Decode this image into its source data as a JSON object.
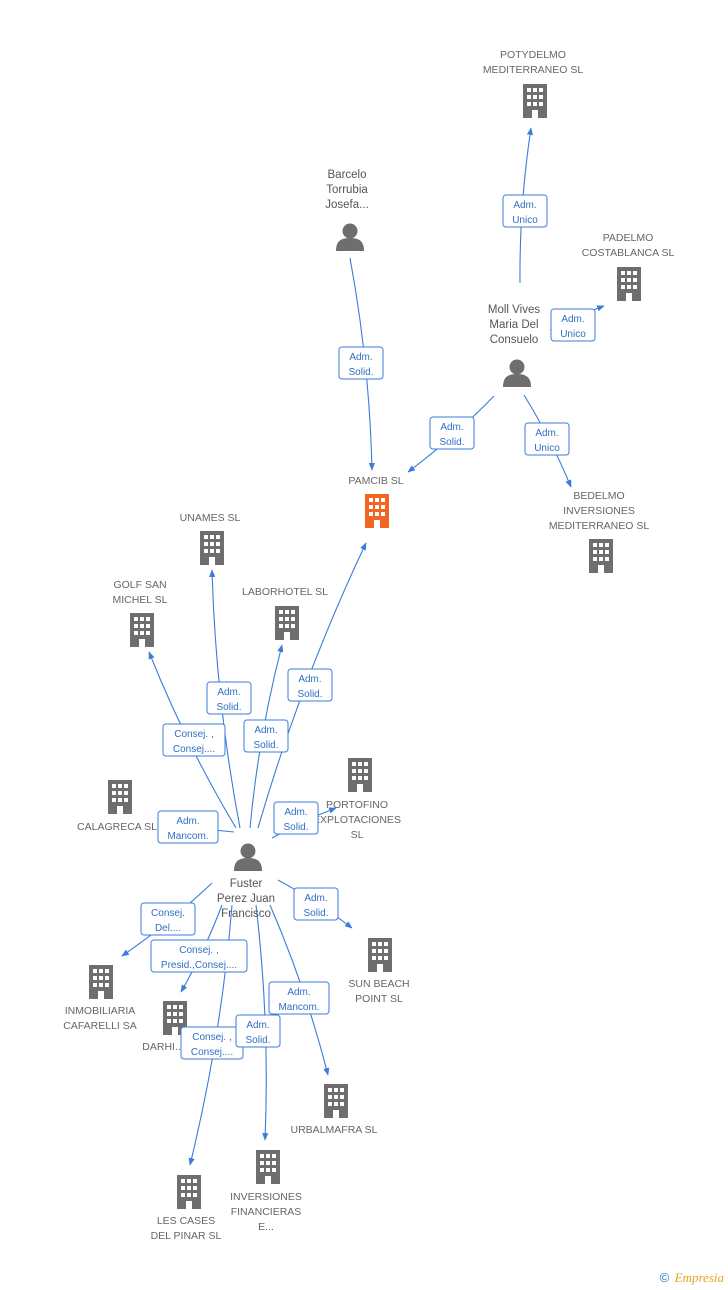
{
  "colors": {
    "edge": "#3b7dd8",
    "company": "#6e6e6e",
    "focus": "#f26522",
    "person": "#6e6e6e"
  },
  "nodes": [
    {
      "id": "potydelmo",
      "type": "company",
      "label": [
        "POTYDELMO",
        "MEDITERRANEO SL"
      ]
    },
    {
      "id": "barcelo",
      "type": "person",
      "label": [
        "Barcelo",
        "Torrubia",
        "Josefa..."
      ]
    },
    {
      "id": "padelmo",
      "type": "company",
      "label": [
        "PADELMO",
        "COSTABLANCA SL"
      ]
    },
    {
      "id": "moll",
      "type": "person",
      "label": [
        "Moll Vives",
        "Maria Del",
        "Consuelo"
      ]
    },
    {
      "id": "pamcib",
      "type": "company",
      "focus": true,
      "label": [
        "PAMCIB SL"
      ]
    },
    {
      "id": "bedelmo",
      "type": "company",
      "label": [
        "BEDELMO",
        "INVERSIONES",
        "MEDITERRANEO SL"
      ]
    },
    {
      "id": "unames",
      "type": "company",
      "label": [
        "UNAMES SL"
      ]
    },
    {
      "id": "golf",
      "type": "company",
      "label": [
        "GOLF SAN",
        "MICHEL SL"
      ]
    },
    {
      "id": "laborhotel",
      "type": "company",
      "label": [
        "LABORHOTEL SL"
      ]
    },
    {
      "id": "portofino",
      "type": "company",
      "label": [
        "PORTOFINO",
        "EXPLOTACIONES",
        "SL"
      ]
    },
    {
      "id": "calagreca",
      "type": "company",
      "label": [
        "CALAGRECA SL"
      ]
    },
    {
      "id": "fuster",
      "type": "person",
      "label": [
        "Fuster",
        "Perez Juan",
        "Francisco"
      ]
    },
    {
      "id": "sunbeach",
      "type": "company",
      "label": [
        "SUN BEACH",
        "POINT SL"
      ]
    },
    {
      "id": "inmobiliaria",
      "type": "company",
      "label": [
        "INMOBILIARIA",
        "CAFARELLI SA"
      ]
    },
    {
      "id": "darhi",
      "type": "company",
      "label": [
        "DARHI..."
      ]
    },
    {
      "id": "urbalmafra",
      "type": "company",
      "label": [
        "URBALMAFRA SL"
      ]
    },
    {
      "id": "lescases",
      "type": "company",
      "label": [
        "LES CASES",
        "DEL PINAR SL"
      ]
    },
    {
      "id": "inversiones",
      "type": "company",
      "label": [
        "INVERSIONES",
        "FINANCIERAS",
        "E..."
      ]
    }
  ],
  "edges": [
    {
      "from": "moll",
      "to": "potydelmo",
      "role": [
        "Adm.",
        "Unico"
      ]
    },
    {
      "from": "moll",
      "to": "padelmo",
      "role": [
        "Adm.",
        "Unico"
      ]
    },
    {
      "from": "barcelo",
      "to": "pamcib",
      "role": [
        "Adm.",
        "Solid."
      ]
    },
    {
      "from": "moll",
      "to": "pamcib",
      "role": [
        "Adm.",
        "Solid."
      ]
    },
    {
      "from": "moll",
      "to": "bedelmo",
      "role": [
        "Adm.",
        "Unico"
      ]
    },
    {
      "from": "fuster",
      "to": "pamcib",
      "role": [
        "Adm.",
        "Solid."
      ]
    },
    {
      "from": "fuster",
      "to": "unames",
      "role": [
        "Adm.",
        "Solid."
      ]
    },
    {
      "from": "fuster",
      "to": "laborhotel",
      "role": [
        "Adm.",
        "Solid."
      ]
    },
    {
      "from": "fuster",
      "to": "golf",
      "role": [
        "Consej. ,",
        "Consej...."
      ]
    },
    {
      "from": "fuster",
      "to": "portofino",
      "role": [
        "Adm.",
        "Solid."
      ]
    },
    {
      "from": "fuster",
      "to": "calagreca",
      "role": [
        "Adm.",
        "Mancom."
      ]
    },
    {
      "from": "fuster",
      "to": "sunbeach",
      "role": [
        "Adm.",
        "Solid."
      ]
    },
    {
      "from": "fuster",
      "to": "inmobiliaria",
      "role": [
        "Consej.",
        "Del...."
      ]
    },
    {
      "from": "fuster",
      "to": "darhi",
      "role": [
        "Consej. ,",
        "Presid.,Consej...."
      ]
    },
    {
      "from": "fuster",
      "to": "urbalmafra",
      "role": [
        "Adm.",
        "Mancom."
      ]
    },
    {
      "from": "fuster",
      "to": "lescases",
      "role": [
        "Consej. ,",
        "Consej...."
      ]
    },
    {
      "from": "fuster",
      "to": "inversiones",
      "role": [
        "Adm.",
        "Solid."
      ]
    }
  ],
  "footer": {
    "copyright": "©",
    "brand": "Empresia"
  }
}
